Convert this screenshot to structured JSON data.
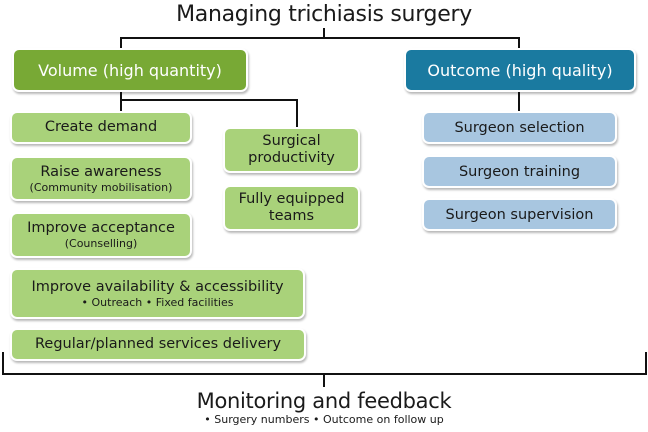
{
  "title": "Managing trichiasis surgery",
  "volume": {
    "label": "Volume (high quantity)",
    "color": "#78a935",
    "items_left": [
      {
        "label": "Create demand"
      },
      {
        "label": "Raise awareness",
        "sub": "(Community mobilisation)"
      },
      {
        "label": "Improve acceptance",
        "sub": "(Counselling)"
      },
      {
        "label": "Improve availability & accessibility",
        "sub": "• Outreach • Fixed facilities"
      },
      {
        "label": "Regular/planned services delivery"
      }
    ],
    "items_right": [
      {
        "label": "Surgical productivity"
      },
      {
        "label": "Fully equipped teams"
      }
    ],
    "item_color": "#a9d27a"
  },
  "outcome": {
    "label": "Outcome (high quality)",
    "color": "#1a7aa0",
    "items": [
      {
        "label": "Surgeon selection"
      },
      {
        "label": "Surgeon training"
      },
      {
        "label": "Surgeon supervision"
      }
    ],
    "item_color": "#a8c6e0"
  },
  "footer": {
    "title": "Monitoring and feedback",
    "sub": "• Surgery numbers •  Outcome on follow up"
  }
}
